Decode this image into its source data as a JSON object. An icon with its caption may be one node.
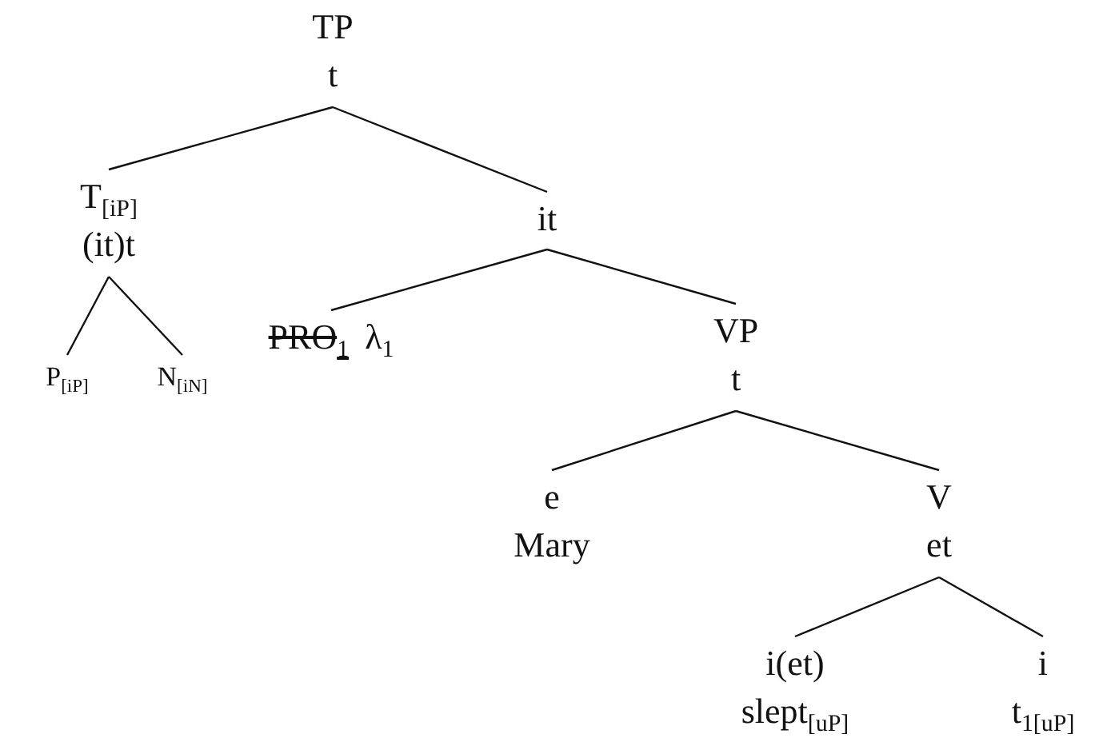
{
  "diagram": {
    "nodes": [
      {
        "text": [
          "TP",
          "t"
        ]
      },
      {
        "text": [
          "T$_{[iP]}$",
          "(it)t"
        ]
      },
      {
        "text": [
          "P$_{[iP]}$"
        ]
      },
      {
        "text": [
          "N$_{[iN]}$"
        ]
      },
      {
        "text": [
          "it"
        ]
      },
      {
        "text": [
          "PRO$_{1}$",
          "λ$_{1}$"
        ]
      },
      {
        "text": [
          "VP",
          "t"
        ]
      },
      {
        "text": [
          "e",
          "Mary"
        ]
      },
      {
        "text": [
          "V",
          "et"
        ]
      },
      {
        "text": [
          "i(et)",
          "slept$_{[uP]}$"
        ]
      },
      {
        "text": [
          "i",
          "t$_{1[uP]}$"
        ]
      }
    ],
    "edges": [
      {
        "from": 0,
        "to": 1,
        "arrow": "none"
      },
      {
        "from": 0,
        "to": 4,
        "arrow": "none"
      },
      {
        "from": 1,
        "to": 2,
        "arrow": "none"
      },
      {
        "from": 1,
        "to": 3,
        "arrow": "none"
      },
      {
        "from": 4,
        "to": 5,
        "arrow": "none"
      },
      {
        "from": 4,
        "to": 6,
        "arrow": "none"
      },
      {
        "from": 6,
        "to": 7,
        "arrow": "none"
      },
      {
        "from": 6,
        "to": 8,
        "arrow": "none"
      },
      {
        "from": 8,
        "to": 9,
        "arrow": "none"
      },
      {
        "from": 8,
        "to": 10,
        "arrow": "none"
      }
    ]
  }
}
